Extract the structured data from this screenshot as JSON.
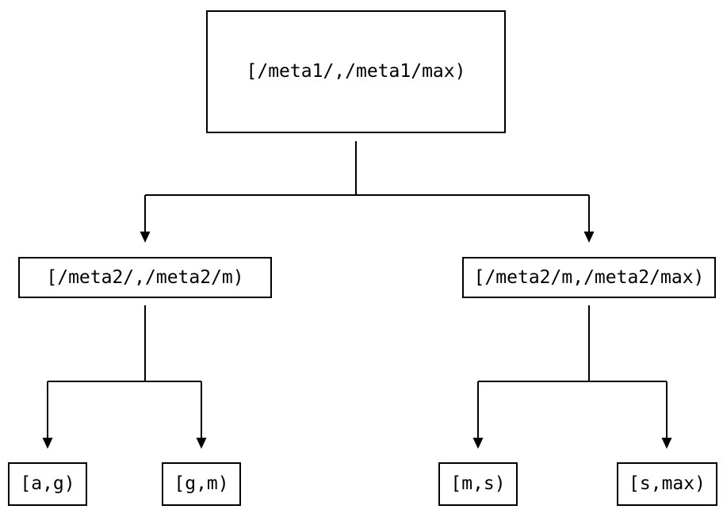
{
  "diagram": {
    "type": "tree",
    "background_color": "#ffffff",
    "line_color": "#000000",
    "text_color": "#000000",
    "nodes": {
      "root": {
        "label": "[/meta1/,/meta1/max)"
      },
      "left": {
        "label": "[/meta2/,/meta2/m)"
      },
      "right": {
        "label": "[/meta2/m,/meta2/max)"
      },
      "leaf_ag": {
        "label": "[a,g)"
      },
      "leaf_gm": {
        "label": "[g,m)"
      },
      "leaf_ms": {
        "label": "[m,s)"
      },
      "leaf_smax": {
        "label": "[s,max)"
      }
    },
    "edges": [
      {
        "from": "[/meta1/,/meta1/max)",
        "to": "[/meta2/,/meta2/m)"
      },
      {
        "from": "[/meta1/,/meta1/max)",
        "to": "[/meta2/m,/meta2/max)"
      },
      {
        "from": "[/meta2/,/meta2/m)",
        "to": "[a,g)"
      },
      {
        "from": "[/meta2/,/meta2/m)",
        "to": "[g,m)"
      },
      {
        "from": "[/meta2/m,/meta2/max)",
        "to": "[m,s)"
      },
      {
        "from": "[/meta2/m,/meta2/max)",
        "to": "[s,max)"
      }
    ]
  }
}
